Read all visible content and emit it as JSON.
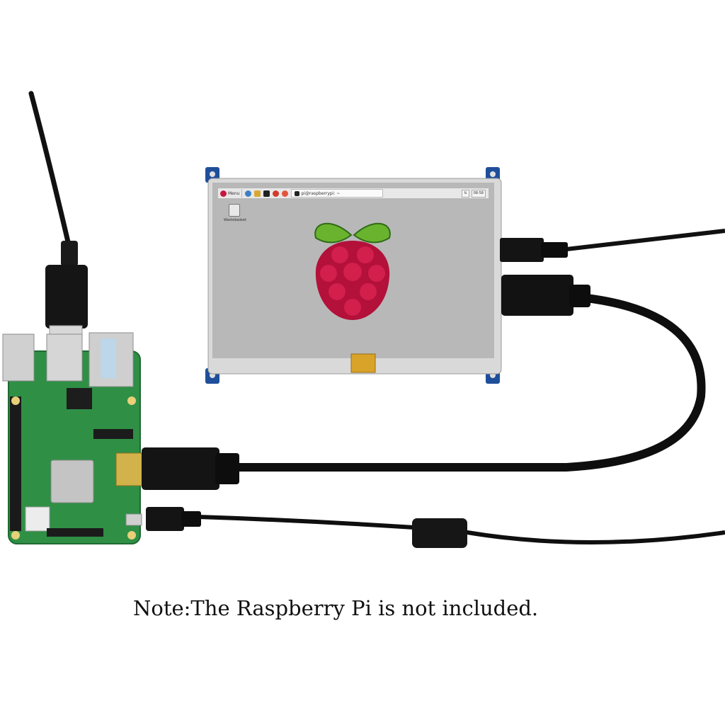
{
  "caption": "Note:The Raspberry Pi is not included.",
  "lcd": {
    "menu_label": "Menu",
    "terminal_label": "pi@raspberrypi: ~",
    "time": "08:58",
    "trash_label": "Wastebasket"
  },
  "colors": {
    "background": "#ffffff",
    "pcb_green": "#2f8f45",
    "cable_black": "#111111",
    "raspberry_red": "#c8173f",
    "leaf_green": "#6ab32e"
  }
}
